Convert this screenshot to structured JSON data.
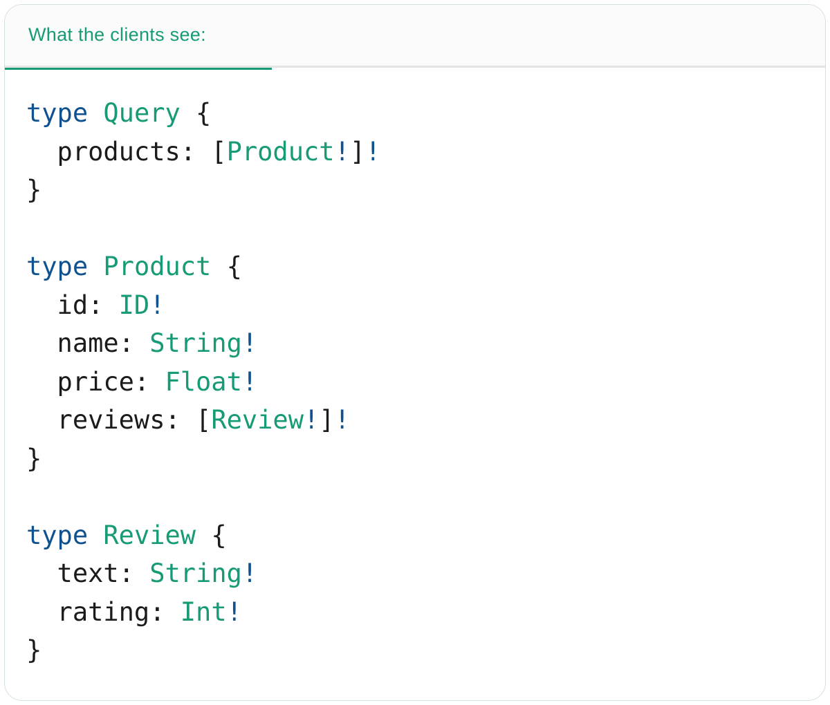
{
  "header": {
    "tab_label": "What the clients see:"
  },
  "colors": {
    "accent_teal": "#169b76",
    "keyword_blue": "#10528f",
    "text_dark": "#1a1b1d",
    "header_bg": "#fbfbfb",
    "divider_gray": "#e4e4e4",
    "card_border": "#d3e3d9",
    "card_bg": "#ffffff"
  },
  "code": {
    "lines": [
      [
        {
          "t": "type",
          "c": "kw"
        },
        {
          "t": " ",
          "c": "pl"
        },
        {
          "t": "Query",
          "c": "tn"
        },
        {
          "t": " {",
          "c": "pl"
        }
      ],
      [
        {
          "t": "  products: [",
          "c": "pl"
        },
        {
          "t": "Product",
          "c": "tn"
        },
        {
          "t": "!",
          "c": "kw"
        },
        {
          "t": "]",
          "c": "pl"
        },
        {
          "t": "!",
          "c": "kw"
        }
      ],
      [
        {
          "t": "}",
          "c": "pl"
        }
      ],
      [],
      [
        {
          "t": "type",
          "c": "kw"
        },
        {
          "t": " ",
          "c": "pl"
        },
        {
          "t": "Product",
          "c": "tn"
        },
        {
          "t": " {",
          "c": "pl"
        }
      ],
      [
        {
          "t": "  id: ",
          "c": "pl"
        },
        {
          "t": "ID",
          "c": "tn"
        },
        {
          "t": "!",
          "c": "kw"
        }
      ],
      [
        {
          "t": "  name: ",
          "c": "pl"
        },
        {
          "t": "String",
          "c": "tn"
        },
        {
          "t": "!",
          "c": "kw"
        }
      ],
      [
        {
          "t": "  price: ",
          "c": "pl"
        },
        {
          "t": "Float",
          "c": "tn"
        },
        {
          "t": "!",
          "c": "kw"
        }
      ],
      [
        {
          "t": "  reviews: [",
          "c": "pl"
        },
        {
          "t": "Review",
          "c": "tn"
        },
        {
          "t": "!",
          "c": "kw"
        },
        {
          "t": "]",
          "c": "pl"
        },
        {
          "t": "!",
          "c": "kw"
        }
      ],
      [
        {
          "t": "}",
          "c": "pl"
        }
      ],
      [],
      [
        {
          "t": "type",
          "c": "kw"
        },
        {
          "t": " ",
          "c": "pl"
        },
        {
          "t": "Review",
          "c": "tn"
        },
        {
          "t": " {",
          "c": "pl"
        }
      ],
      [
        {
          "t": "  text: ",
          "c": "pl"
        },
        {
          "t": "String",
          "c": "tn"
        },
        {
          "t": "!",
          "c": "kw"
        }
      ],
      [
        {
          "t": "  rating: ",
          "c": "pl"
        },
        {
          "t": "Int",
          "c": "tn"
        },
        {
          "t": "!",
          "c": "kw"
        }
      ],
      [
        {
          "t": "}",
          "c": "pl"
        }
      ]
    ]
  }
}
